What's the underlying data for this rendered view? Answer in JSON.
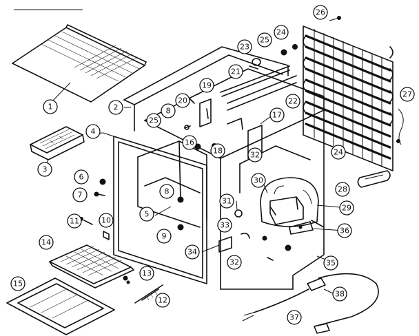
{
  "callouts": [
    {
      "id": "c1",
      "text": "1"
    },
    {
      "id": "c2",
      "text": "2"
    },
    {
      "id": "c3",
      "text": "3"
    },
    {
      "id": "c4",
      "text": "4"
    },
    {
      "id": "c5",
      "text": "5"
    },
    {
      "id": "c6",
      "text": "6"
    },
    {
      "id": "c7",
      "text": "7"
    },
    {
      "id": "c8a",
      "text": "8"
    },
    {
      "id": "c8b",
      "text": "8"
    },
    {
      "id": "c9",
      "text": "9"
    },
    {
      "id": "c10",
      "text": "10"
    },
    {
      "id": "c11",
      "text": "11"
    },
    {
      "id": "c12",
      "text": "12"
    },
    {
      "id": "c13",
      "text": "13"
    },
    {
      "id": "c14",
      "text": "14"
    },
    {
      "id": "c15",
      "text": "15"
    },
    {
      "id": "c16",
      "text": "16"
    },
    {
      "id": "c17",
      "text": "17"
    },
    {
      "id": "c18",
      "text": "18"
    },
    {
      "id": "c19",
      "text": "19"
    },
    {
      "id": "c20",
      "text": "20"
    },
    {
      "id": "c21",
      "text": "21"
    },
    {
      "id": "c22",
      "text": "22"
    },
    {
      "id": "c23",
      "text": "23"
    },
    {
      "id": "c24a",
      "text": "24"
    },
    {
      "id": "c24b",
      "text": "24"
    },
    {
      "id": "c25a",
      "text": "25"
    },
    {
      "id": "c25b",
      "text": "25"
    },
    {
      "id": "c26",
      "text": "26"
    },
    {
      "id": "c27",
      "text": "27"
    },
    {
      "id": "c28",
      "text": "28"
    },
    {
      "id": "c29",
      "text": "29"
    },
    {
      "id": "c30",
      "text": "30"
    },
    {
      "id": "c31",
      "text": "31"
    },
    {
      "id": "c32a",
      "text": "32"
    },
    {
      "id": "c32b",
      "text": "32"
    },
    {
      "id": "c33",
      "text": "33"
    },
    {
      "id": "c34",
      "text": "34"
    },
    {
      "id": "c35",
      "text": "35"
    },
    {
      "id": "c36",
      "text": "36"
    },
    {
      "id": "c37",
      "text": "37"
    }
  ]
}
